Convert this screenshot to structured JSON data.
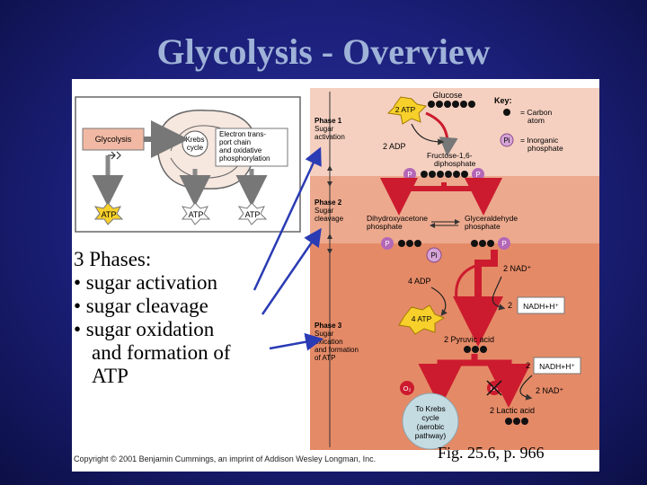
{
  "slide": {
    "title": "Glycolysis - Overview",
    "phases_heading": "3 Phases:",
    "phases": [
      "• sugar activation",
      "• sugar cleavage",
      "• sugar oxidation",
      "and formation of",
      "ATP"
    ],
    "figure_ref": "Fig. 25.6, p. 966",
    "copyright": "Copyright © 2001 Benjamin Cummings, an imprint of Addison Wesley Longman, Inc."
  },
  "mito": {
    "glycolysis": "Glycolysis",
    "krebs": [
      "Krebs",
      "cycle"
    ],
    "etc": [
      "Electron trans-",
      "port chain",
      "and oxidative",
      "phosphorylation"
    ],
    "atp": "ATP"
  },
  "pathway": {
    "phase1": [
      "Phase 1",
      "Sugar",
      "activation"
    ],
    "phase2": [
      "Phase 2",
      "Sugar",
      "cleavage"
    ],
    "phase3": [
      "Phase 3",
      "Sugar",
      "oxication",
      "and formation",
      "of ATP"
    ],
    "glucose": "Glucose",
    "atp_in": "2 ATP",
    "adp_out": "2 ADP",
    "fbp": [
      "Fructose-1,6-",
      "diphosphate"
    ],
    "dhap": [
      "Dihydroxyacetone",
      "phosphate"
    ],
    "g3p": [
      "Glyceraldehyde",
      "phosphate"
    ],
    "pi": "Pi",
    "p": "P",
    "nad_in": "2 NAD⁺",
    "nadh_box": "NADH+H⁺",
    "two": "2",
    "adp4": "4 ADP",
    "atp4": "4 ATP",
    "pyruvic": "2 Pyruvic acid",
    "o2": "O₂",
    "nad_out": "2 NAD⁺",
    "krebs_out": [
      "To Krebs",
      "cycle",
      "(aerobic",
      "pathway)"
    ],
    "lactic": "2 Lactic acid"
  },
  "key": {
    "title": "Key:",
    "carbon": [
      "= Carbon",
      "atom"
    ],
    "pi_label": "Pi",
    "phosphate": [
      "= Inorganic",
      "phosphate"
    ]
  },
  "colors": {
    "phase1": "#f5d0c0",
    "phase2": "#eca98e",
    "phase3": "#e58a67",
    "arrow": "#cc1b2e",
    "bg": "#1f2480"
  }
}
